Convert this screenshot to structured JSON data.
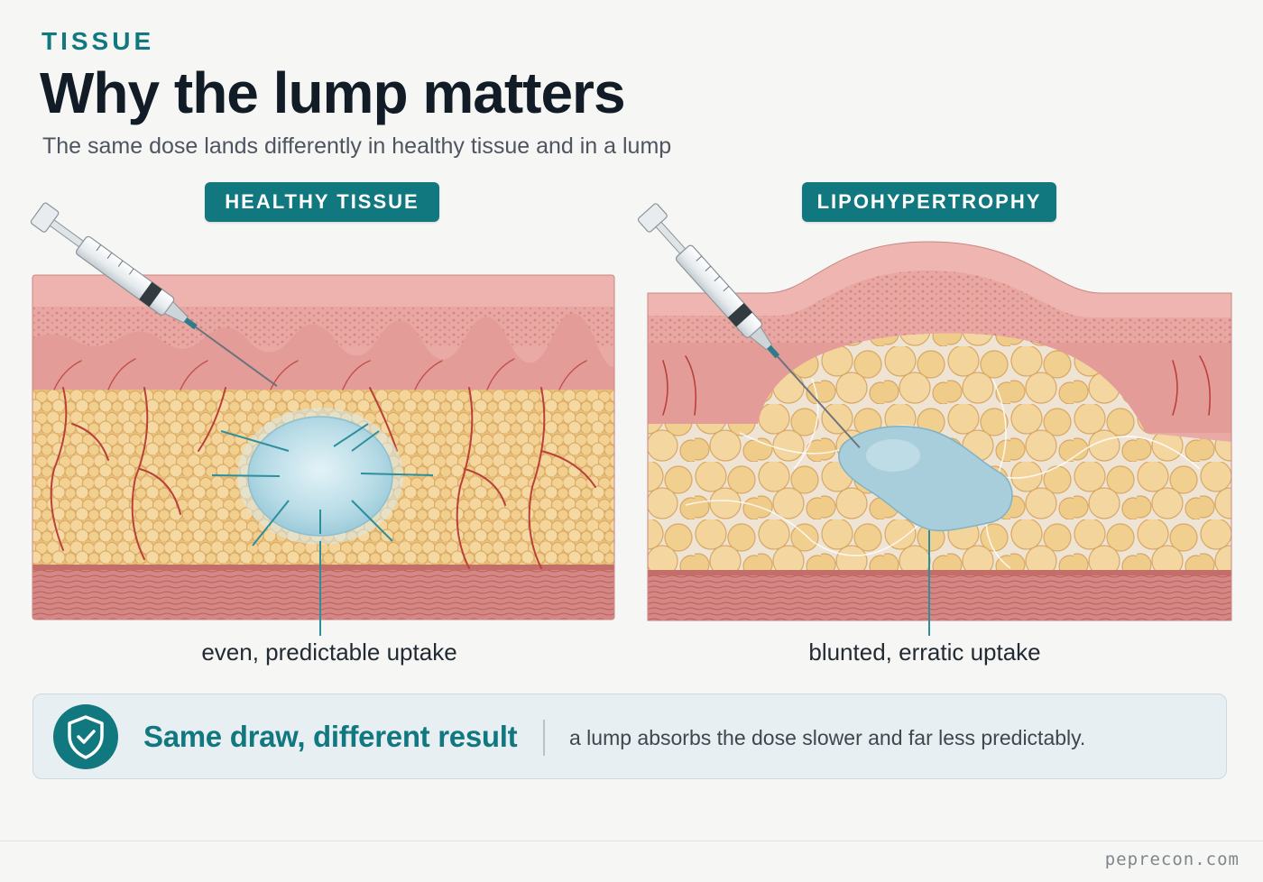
{
  "header": {
    "eyebrow": "TISSUE",
    "title": "Why the lump matters",
    "subtitle": "The same dose lands differently in healthy tissue and in a lump"
  },
  "panels": [
    {
      "label": "HEALTHY TISSUE",
      "caption": "even, predictable uptake"
    },
    {
      "label": "LIPOHYPERTROPHY",
      "caption": "blunted, erratic uptake"
    }
  ],
  "banner": {
    "headline": "Same draw, different result",
    "text": "a lump absorbs the dose slower and far less predictably.",
    "icon": "shield-check-icon"
  },
  "footer": {
    "site": "peprecon.com"
  },
  "colors": {
    "accent": "#127880",
    "skin": "#e8a4a1",
    "dermis": "#e59a97",
    "fat": "#f1cf8e",
    "muscle": "#d27f7d",
    "dose": "#bfe0ea",
    "vessel": "#b9413a"
  }
}
